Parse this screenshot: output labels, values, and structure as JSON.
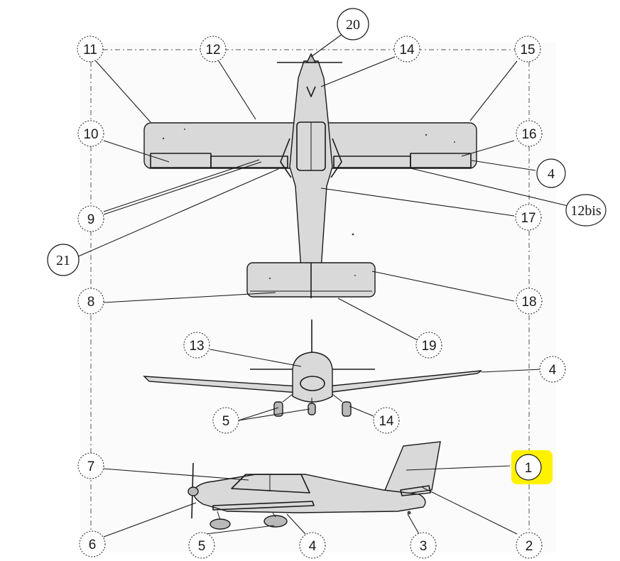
{
  "colors": {
    "highlight": "#fff200",
    "ink": "#1a1a1a",
    "paper": "#fbfbfb"
  },
  "callouts": [
    {
      "id": "c20",
      "label": "20"
    },
    {
      "id": "c11",
      "label": "11"
    },
    {
      "id": "c12",
      "label": "12"
    },
    {
      "id": "c14a",
      "label": "14"
    },
    {
      "id": "c15",
      "label": "15"
    },
    {
      "id": "c10",
      "label": "10"
    },
    {
      "id": "c16",
      "label": "16"
    },
    {
      "id": "c4a",
      "label": "4"
    },
    {
      "id": "c12bis",
      "label": "12bis"
    },
    {
      "id": "c9",
      "label": "9"
    },
    {
      "id": "c17",
      "label": "17"
    },
    {
      "id": "c21",
      "label": "21"
    },
    {
      "id": "c8",
      "label": "8"
    },
    {
      "id": "c18",
      "label": "18"
    },
    {
      "id": "c19",
      "label": "19"
    },
    {
      "id": "c13",
      "label": "13"
    },
    {
      "id": "c4b",
      "label": "4"
    },
    {
      "id": "c5a",
      "label": "5"
    },
    {
      "id": "c14b",
      "label": "14"
    },
    {
      "id": "c7",
      "label": "7"
    },
    {
      "id": "c1",
      "label": "1"
    },
    {
      "id": "c6",
      "label": "6"
    },
    {
      "id": "c5b",
      "label": "5"
    },
    {
      "id": "c4c",
      "label": "4"
    },
    {
      "id": "c3",
      "label": "3"
    },
    {
      "id": "c2",
      "label": "2"
    }
  ]
}
